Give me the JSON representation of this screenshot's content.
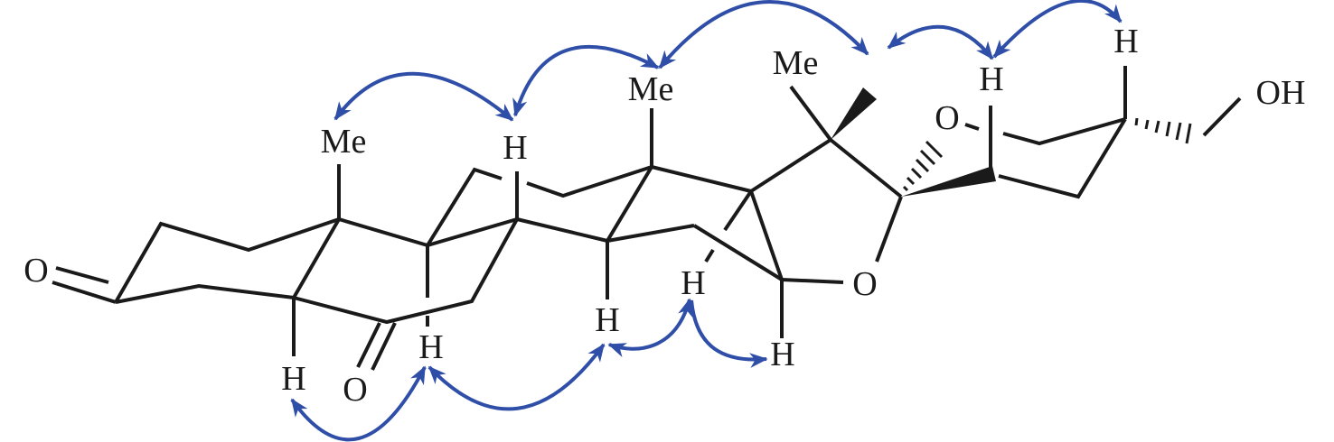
{
  "colors": {
    "bond": "#1a1a1a",
    "noe_arrow": "#2f4ea8"
  },
  "labels": {
    "o_c3": "O",
    "me_c10": "Me",
    "h_c5": "H",
    "o_c6": "O",
    "h_c9": "H",
    "h_c8": "H",
    "me_c13": "Me",
    "h_c14": "H",
    "me_c20": "Me",
    "h_c15": "H",
    "h_c16": "H",
    "o_ring": "O",
    "o_pyran": "O",
    "h_c23": "H",
    "h_c25": "H",
    "oh": "OH"
  }
}
